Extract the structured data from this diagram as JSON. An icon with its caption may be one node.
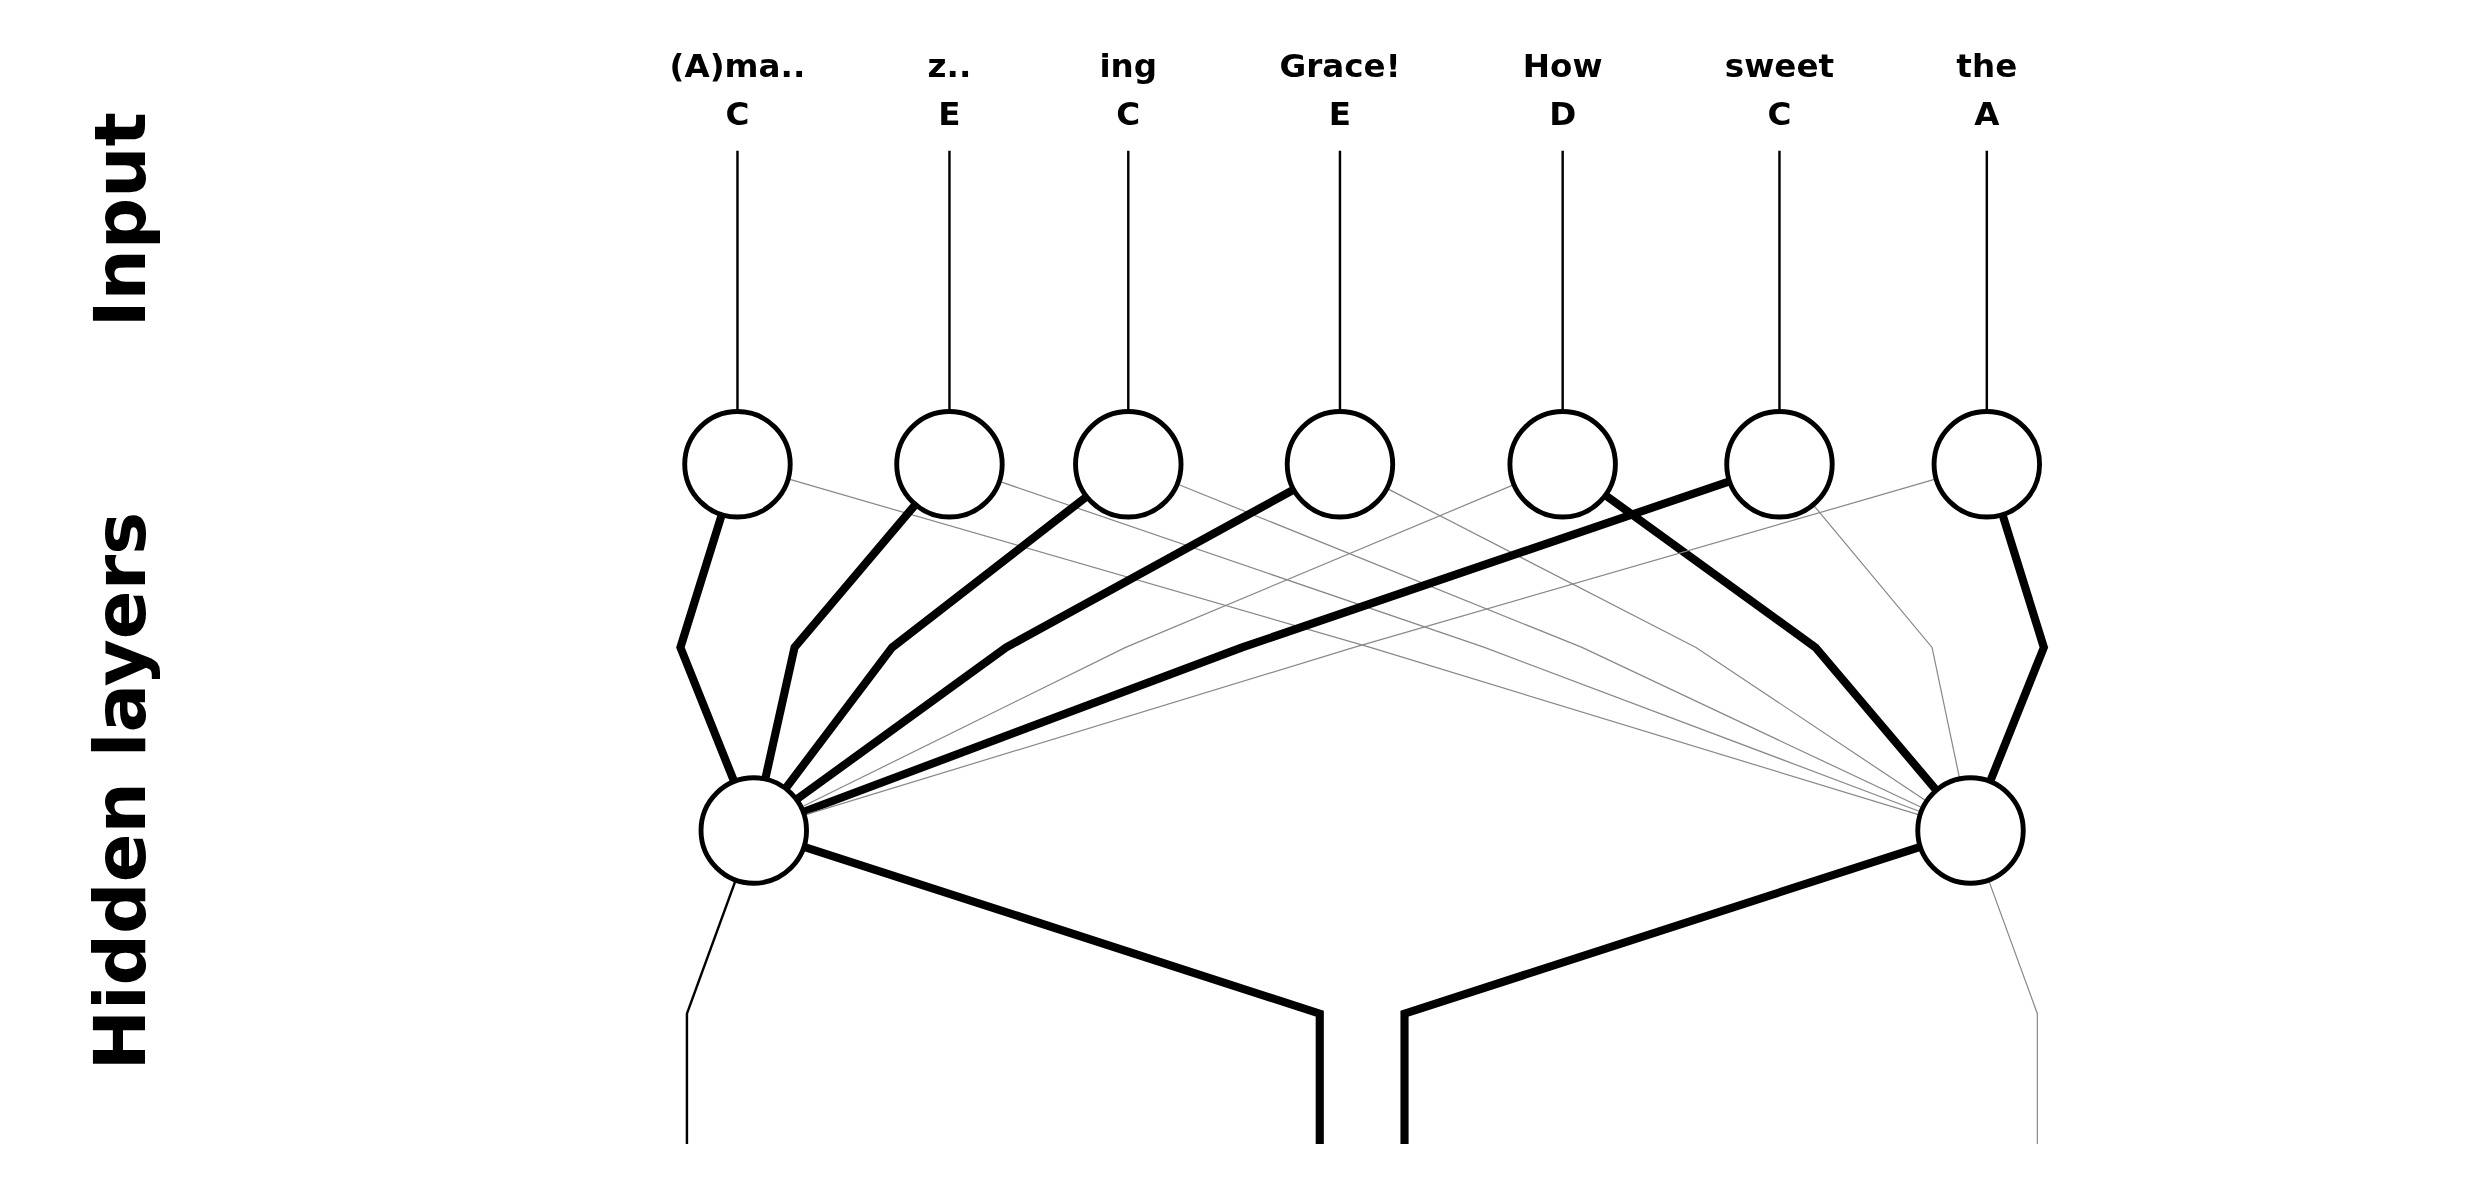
{
  "diagram": {
    "nodes": [
      {
        "text": [
          "(A)ma..",
          "C"
        ]
      },
      {
        "text": [
          "z..",
          "E"
        ]
      },
      {
        "text": [
          "ing",
          "C"
        ]
      },
      {
        "text": [
          "Grace!",
          "E"
        ]
      },
      {
        "text": [
          "How",
          "D"
        ]
      },
      {
        "text": [
          "sweet",
          "C"
        ]
      },
      {
        "text": [
          "the",
          "A"
        ]
      },
      {
        "text": [],
        "shape": "circle"
      },
      {
        "text": [],
        "shape": "circle"
      },
      {
        "text": [],
        "shape": "circle"
      },
      {
        "text": [],
        "shape": "circle"
      },
      {
        "text": [],
        "shape": "circle"
      },
      {
        "text": [],
        "shape": "circle"
      },
      {
        "text": [],
        "shape": "circle"
      },
      {
        "text": [],
        "shape": "circle"
      },
      {
        "text": [],
        "shape": "circle"
      }
    ],
    "edges": [
      {
        "from": 0,
        "to": 7,
        "arrow": "none"
      },
      {
        "from": 1,
        "to": 8,
        "arrow": "none"
      },
      {
        "from": 2,
        "to": 9,
        "arrow": "none"
      },
      {
        "from": 3,
        "to": 10,
        "arrow": "none"
      },
      {
        "from": 4,
        "to": 11,
        "arrow": "none"
      },
      {
        "from": 5,
        "to": 12,
        "arrow": "none"
      },
      {
        "from": 6,
        "to": 13,
        "arrow": "none"
      },
      {
        "from": 7,
        "to": 14,
        "arrow": "none",
        "style": "thick"
      },
      {
        "from": 7,
        "to": 15,
        "arrow": "none",
        "color": "#888888"
      },
      {
        "from": 8,
        "to": 14,
        "arrow": "none",
        "style": "thick"
      },
      {
        "from": 8,
        "to": 15,
        "arrow": "none",
        "color": "#888888"
      },
      {
        "from": 9,
        "to": 14,
        "arrow": "none",
        "style": "thick"
      },
      {
        "from": 9,
        "to": 15,
        "arrow": "none",
        "color": "#888888"
      },
      {
        "from": 10,
        "to": 14,
        "arrow": "none",
        "style": "thick"
      },
      {
        "from": 10,
        "to": 15,
        "arrow": "none",
        "color": "#888888"
      },
      {
        "from": 11,
        "to": 14,
        "arrow": "none",
        "color": "#888888"
      },
      {
        "from": 11,
        "to": 15,
        "arrow": "none",
        "style": "thick"
      },
      {
        "from": 12,
        "to": 14,
        "arrow": "none",
        "style": "thick"
      },
      {
        "from": 12,
        "to": 15,
        "arrow": "none",
        "color": "#888888"
      },
      {
        "from": 13,
        "to": 14,
        "arrow": "none",
        "color": "#888888"
      },
      {
        "from": 13,
        "to": 15,
        "arrow": "none",
        "style": "thick"
      },
      {
        "from": 14,
        "to": null,
        "arrow": "none"
      },
      {
        "from": 14,
        "to": null,
        "arrow": "none",
        "style": "thick"
      },
      {
        "from": 15,
        "to": null,
        "arrow": "none",
        "style": "thick"
      },
      {
        "from": 15,
        "to": null,
        "arrow": "none",
        "color": "#888888"
      }
    ],
    "labels": [
      "Input",
      "Hidden layers"
    ]
  }
}
